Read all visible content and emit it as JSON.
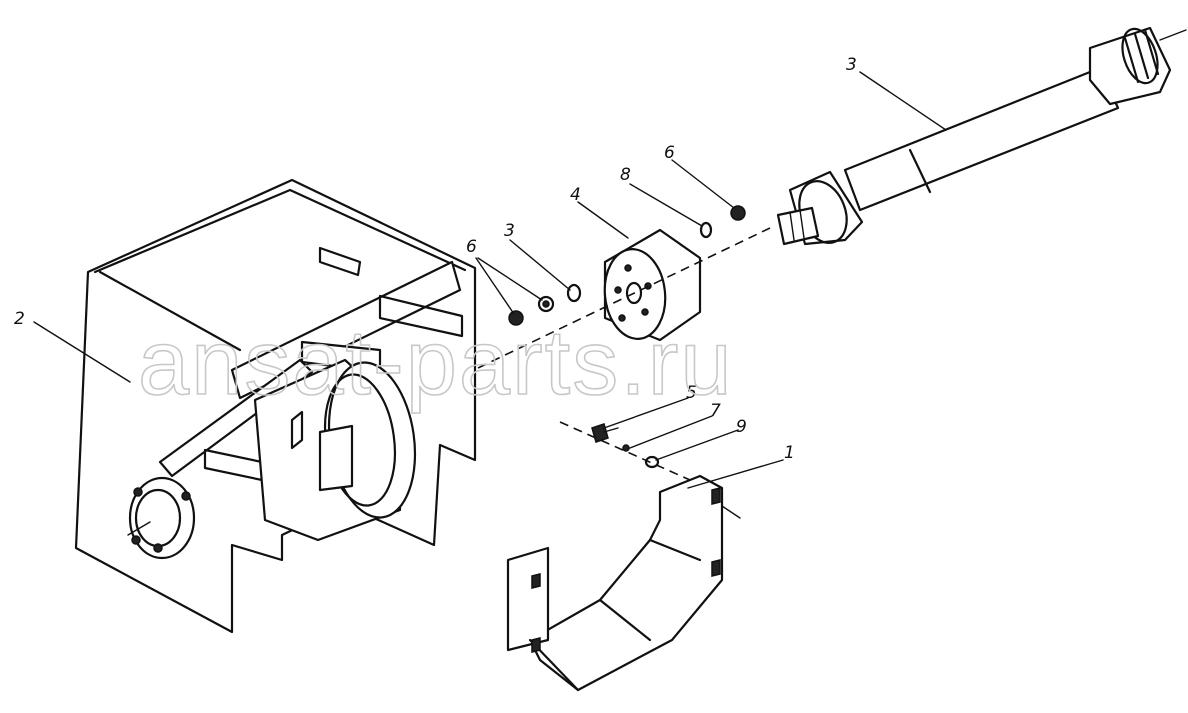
{
  "diagram": {
    "watermark": "ansat-parts.ru",
    "callouts": {
      "frame": "2",
      "shaft": "3",
      "pulley": "4",
      "bracket": "1",
      "nut_left": "6",
      "washer_left": "3",
      "washer_right": "8",
      "nut_right": "6",
      "bolt": "5",
      "spring_washer": "7",
      "flat_washer": "9"
    }
  }
}
